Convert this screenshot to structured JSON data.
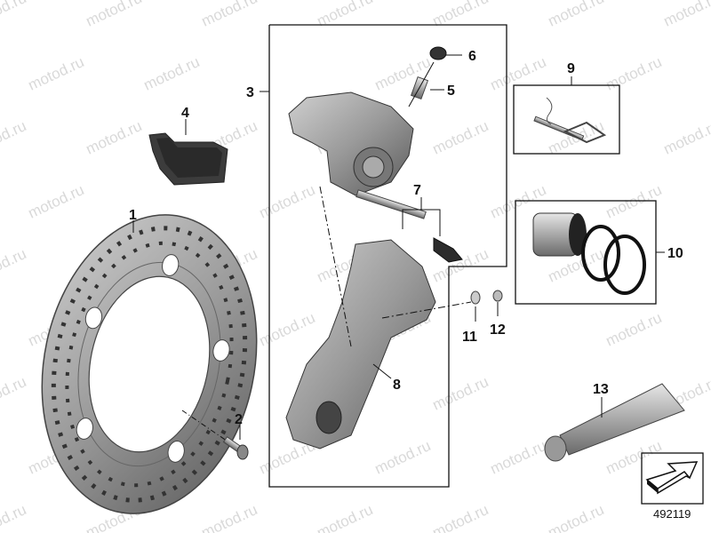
{
  "watermark": "motod.ru",
  "diagram_number": "492119",
  "callouts": {
    "c1": "1",
    "c2": "2",
    "c3": "3",
    "c4": "4",
    "c5": "5",
    "c6": "6",
    "c7": "7",
    "c8": "8",
    "c9": "9",
    "c10": "10",
    "c11": "11",
    "c12": "12",
    "c13": "13"
  },
  "colors": {
    "part_fill": "#9a9a9a",
    "part_dark": "#4a4a4a",
    "line": "#111111"
  }
}
